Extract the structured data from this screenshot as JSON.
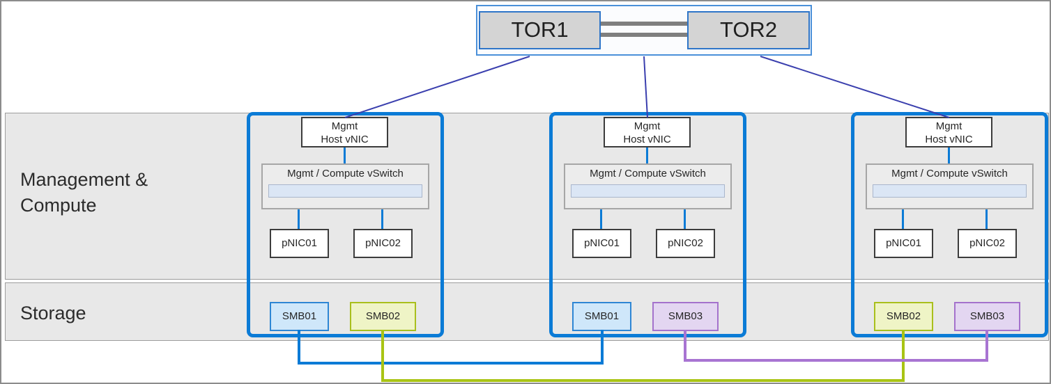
{
  "tor": {
    "switch1": "TOR1",
    "switch2": "TOR2"
  },
  "bands": {
    "management_compute_line1": "Management &",
    "management_compute_line2": "Compute",
    "storage": "Storage"
  },
  "hosts": [
    {
      "vnic_line1": "Mgmt",
      "vnic_line2": "Host vNIC",
      "vswitch_label": "Mgmt / Compute vSwitch",
      "pnic1": "pNIC01",
      "pnic2": "pNIC02",
      "smb1": "SMB01",
      "smb2": "SMB02"
    },
    {
      "vnic_line1": "Mgmt",
      "vnic_line2": "Host vNIC",
      "vswitch_label": "Mgmt / Compute vSwitch",
      "pnic1": "pNIC01",
      "pnic2": "pNIC02",
      "smb1": "SMB01",
      "smb2": "SMB03"
    },
    {
      "vnic_line1": "Mgmt",
      "vnic_line2": "Host vNIC",
      "vswitch_label": "Mgmt / Compute vSwitch",
      "pnic1": "pNIC01",
      "pnic2": "pNIC02",
      "smb1": "SMB02",
      "smb2": "SMB03"
    }
  ],
  "colors": {
    "host_border": "#0b7bd6",
    "tor_wire": "#3a3fae",
    "tor_box_fill": "#d4d4d4",
    "band_fill": "#e8e8e8",
    "smb01_fill": "#cfe7fa",
    "smb01_border": "#2e86d4",
    "smb02_fill": "#eff4c6",
    "smb02_border": "#a9bf1c",
    "smb03_fill": "#e3d6f1",
    "smb03_border": "#a472cc",
    "storage_link_smb01": "#0b7bd6",
    "storage_link_smb02": "#a9c414",
    "storage_link_smb03": "#a874d2"
  }
}
